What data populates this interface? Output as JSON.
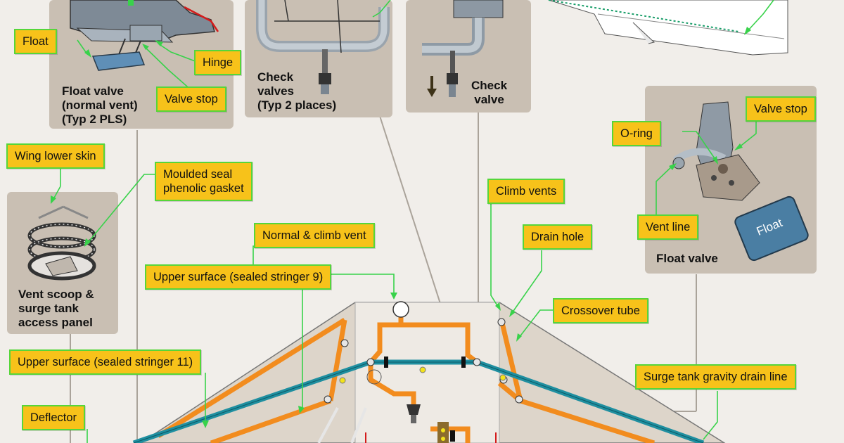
{
  "panels": {
    "float_valve_normal": "Float valve\n(normal vent)\n(Typ 2 PLS)",
    "check_valves": "Check\nvalves\n(Typ 2 places)",
    "check_valve": "Check\nvalve",
    "float_valve": "Float valve",
    "vent_scoop": "Vent scoop &\nsurge tank\naccess panel"
  },
  "callouts": {
    "float": "Float",
    "hinge": "Hinge",
    "valve_stop_left": "Valve stop",
    "wing_lower_skin": "Wing lower skin",
    "moulded_seal": "Moulded seal\nphenolic gasket",
    "normal_climb_vent": "Normal & climb vent",
    "upper_surface_9": "Upper surface (sealed stringer 9)",
    "upper_surface_11": "Upper surface (sealed stringer 11)",
    "deflector": "Deflector",
    "climb_vents": "Climb vents",
    "drain_hole": "Drain hole",
    "crossover_tube": "Crossover tube",
    "surge_tank_drain": "Surge tank gravity drain line",
    "valve_stop_right": "Valve stop",
    "o_ring": "O-ring",
    "vent_line": "Vent line"
  },
  "float_label": "Float",
  "colors": {
    "background": "#f1eeea",
    "panel": "#c9bfb3",
    "callout_fill": "#f7c21a",
    "callout_border": "#56d63a",
    "leader": "#38d24a",
    "vent_tube_orange": "#f28c1e",
    "stringer_teal": "#1f8fa0",
    "float_blue": "#4a7ea3"
  }
}
